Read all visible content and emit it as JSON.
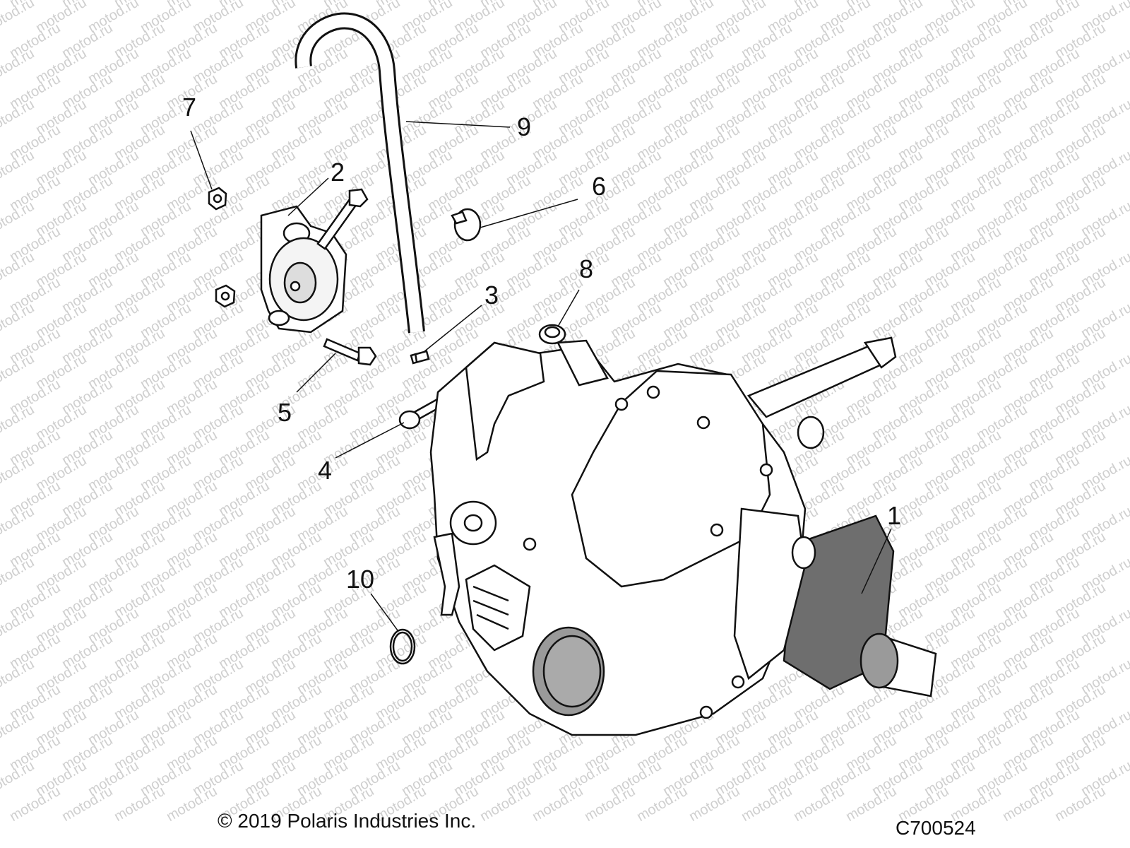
{
  "watermark": "motod.ru",
  "callouts": {
    "c1": "1",
    "c2": "2",
    "c3": "3",
    "c4": "4",
    "c5": "5",
    "c6": "6",
    "c7": "7",
    "c8": "8",
    "c9": "9",
    "c10": "10"
  },
  "footer": {
    "copyright": "© 2019 Polaris Industries Inc.",
    "drawing_code": "C700524"
  },
  "colors": {
    "line": "#111111",
    "shade": "#9a9a9a",
    "dark_shade": "#6e6e6e",
    "watermark": "#cfcfcf"
  }
}
